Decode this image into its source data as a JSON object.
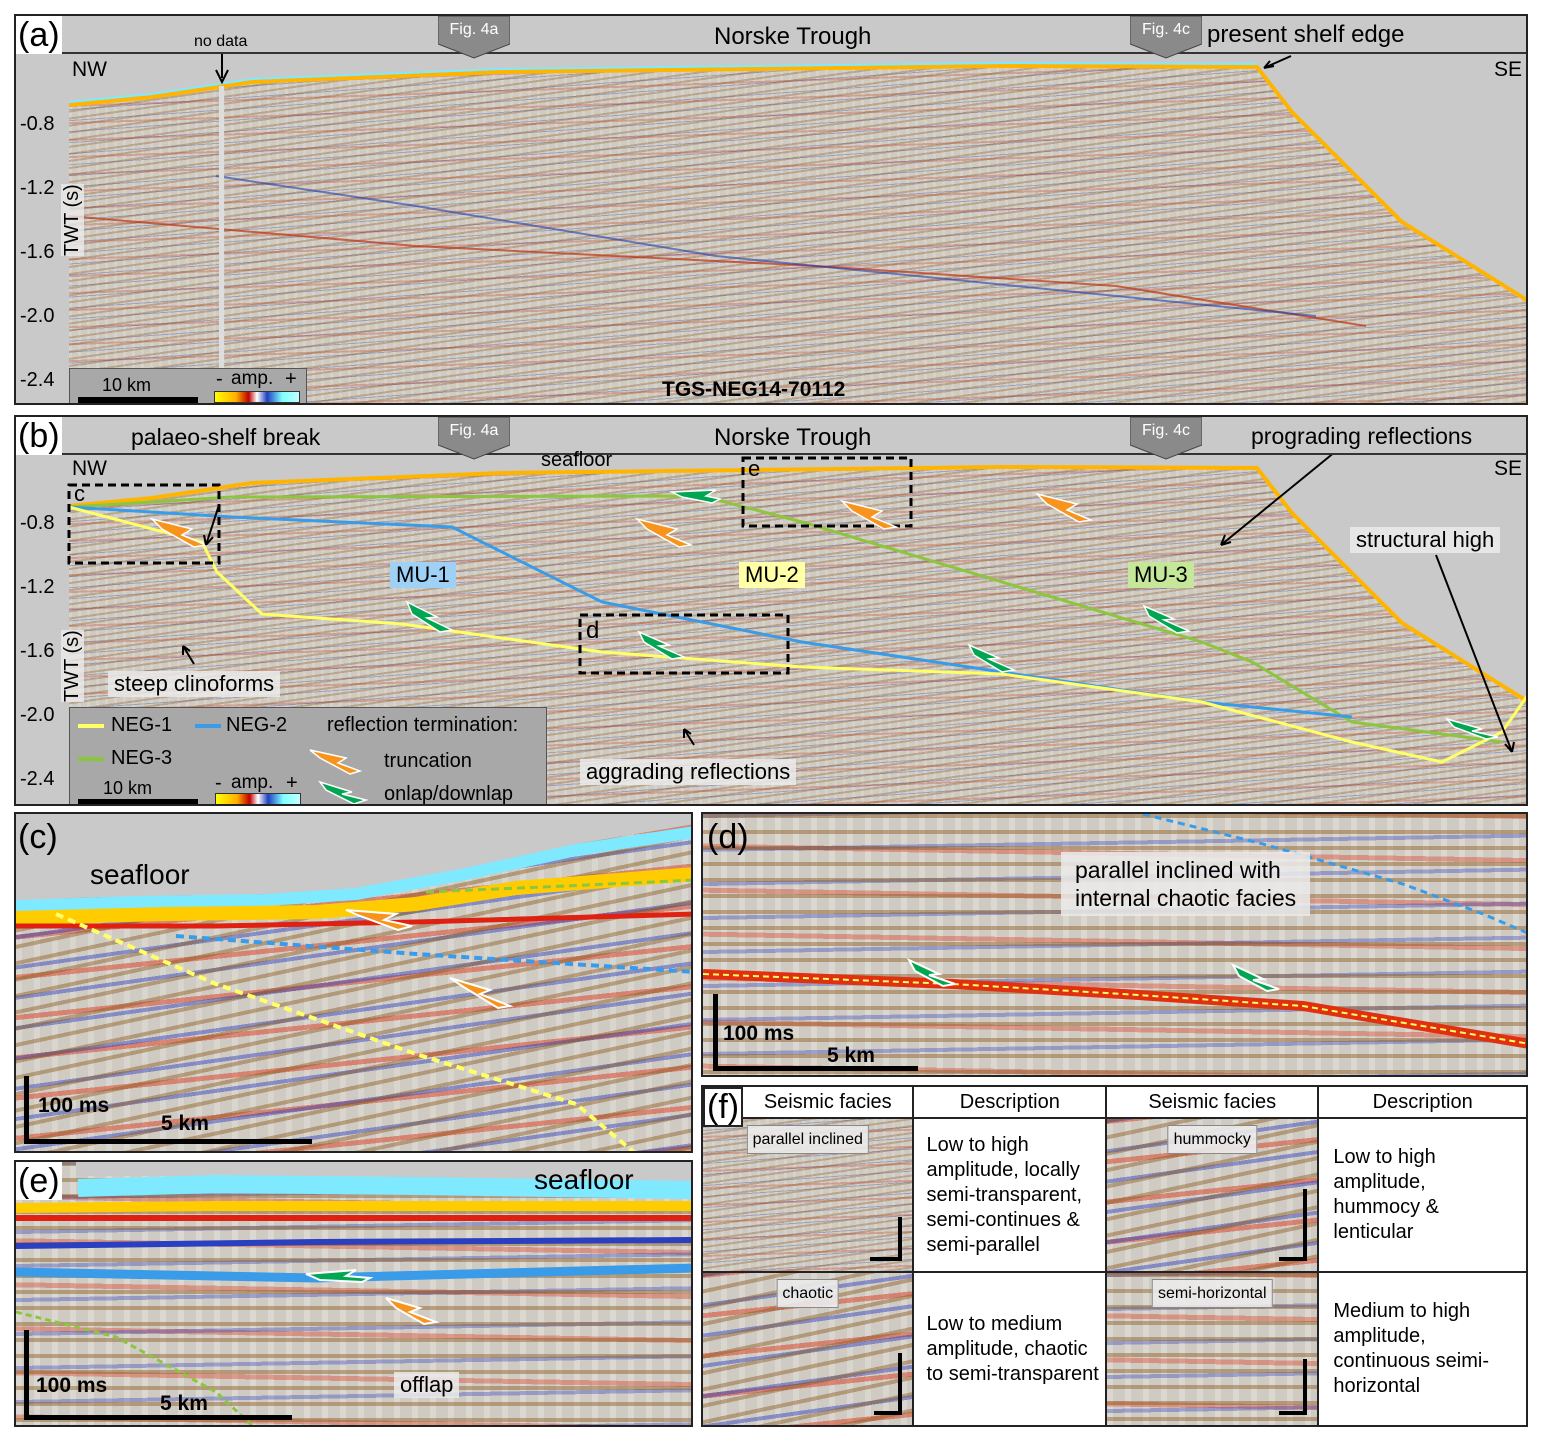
{
  "panel_a": {
    "label": "(a)",
    "title": "Norske Trough",
    "fig_refs": [
      "Fig. 4a",
      "Fig. 4c"
    ],
    "shelf_edge": "present shelf edge",
    "no_data": "no data",
    "nw": "NW",
    "se": "SE",
    "yticks": [
      "-0.8",
      "-1.2",
      "-1.6",
      "-2.0",
      "-2.4"
    ],
    "ylabel": "TWT (s)",
    "scale": "10 km",
    "amp": {
      "minus": "-",
      "label": "amp.",
      "plus": "+"
    },
    "line_name": "TGS-NEG14-70112"
  },
  "panel_b": {
    "label": "(b)",
    "title": "Norske Trough",
    "fig_refs": [
      "Fig. 4a",
      "Fig. 4c"
    ],
    "nw": "NW",
    "se": "SE",
    "yticks": [
      "-0.8",
      "-1.2",
      "-1.6",
      "-2.0",
      "-2.4"
    ],
    "ylabel": "TWT (s)",
    "annotations": {
      "palaeo_shelf_break": "palaeo-shelf break",
      "seafloor": "seafloor",
      "prograding": "prograding reflections",
      "structural_high": "structural high",
      "steep_clinoforms": "steep clinoforms",
      "aggrading": "aggrading reflections",
      "box_c": "c",
      "box_d": "d",
      "box_e": "e"
    },
    "units": [
      "MU-1",
      "MU-2",
      "MU-3"
    ],
    "legend": {
      "neg1": "NEG-1",
      "neg2": "NEG-2",
      "neg3": "NEG-3",
      "termination_title": "reflection termination:",
      "truncation": "truncation",
      "onlap": "onlap/downlap",
      "scale": "10 km",
      "amp": {
        "minus": "-",
        "label": "amp.",
        "plus": "+"
      }
    },
    "colors": {
      "neg1": "#ffff66",
      "neg2": "#3a9be8",
      "neg3": "#8cc63f",
      "truncation": "#f7941d",
      "onlap": "#00a651"
    }
  },
  "panel_c": {
    "label": "(c)",
    "seafloor": "seafloor",
    "vscale": "100 ms",
    "hscale": "5 km"
  },
  "panel_d": {
    "label": "(d)",
    "note_line1": "parallel inclined with",
    "note_line2": "internal chaotic facies",
    "vscale": "100 ms",
    "hscale": "5 km"
  },
  "panel_e": {
    "label": "(e)",
    "seafloor": "seafloor",
    "offlap": "offlap",
    "vscale": "100 ms",
    "hscale": "5 km"
  },
  "panel_f": {
    "label": "(f)",
    "headers": [
      "Seismic facies",
      "Description",
      "Seismic facies",
      "Description"
    ],
    "rows": [
      {
        "facies_left": "parallel inclined",
        "desc_left": "Low to high amplitude, locally semi-transparent, semi-continues & semi-parallel",
        "facies_right": "hummocky",
        "desc_right": "Low to high amplitude, hummocy & lenticular"
      },
      {
        "facies_left": "chaotic",
        "desc_left": "Low to medium amplitude, chaotic to semi-transparent",
        "facies_right": "semi-horizontal",
        "desc_right": "Medium to high amplitude, continuous seimi-horizontal"
      }
    ]
  }
}
